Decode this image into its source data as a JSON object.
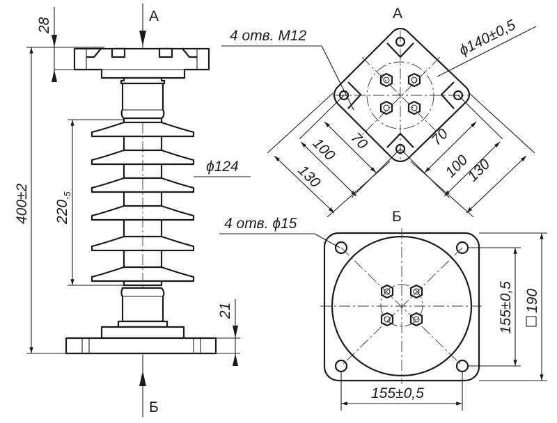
{
  "drawing": {
    "labels": {
      "section_a_top": "А",
      "section_a_view": "А",
      "section_b_bottom": "Б",
      "section_b_view": "Б"
    },
    "dimensions": {
      "flange_height": "28",
      "overall_height": "400±2",
      "shed_zone": "220",
      "shed_zone_sub": "-5",
      "shed_diameter": "ϕ124",
      "base_thickness": "21",
      "holes_top": "4 отв. М12",
      "bolt_circle": "ϕ140±0,5",
      "diag_70_left": "70",
      "diag_100_left": "100",
      "diag_130_left": "130",
      "diag_70_right": "70",
      "diag_100_right": "100",
      "diag_130_right": "130",
      "holes_bottom": "4 отв. ϕ15",
      "hole_spacing_vertical": "155±0,5",
      "base_square": "190",
      "hole_spacing_horizontal": "155±0,5"
    }
  }
}
